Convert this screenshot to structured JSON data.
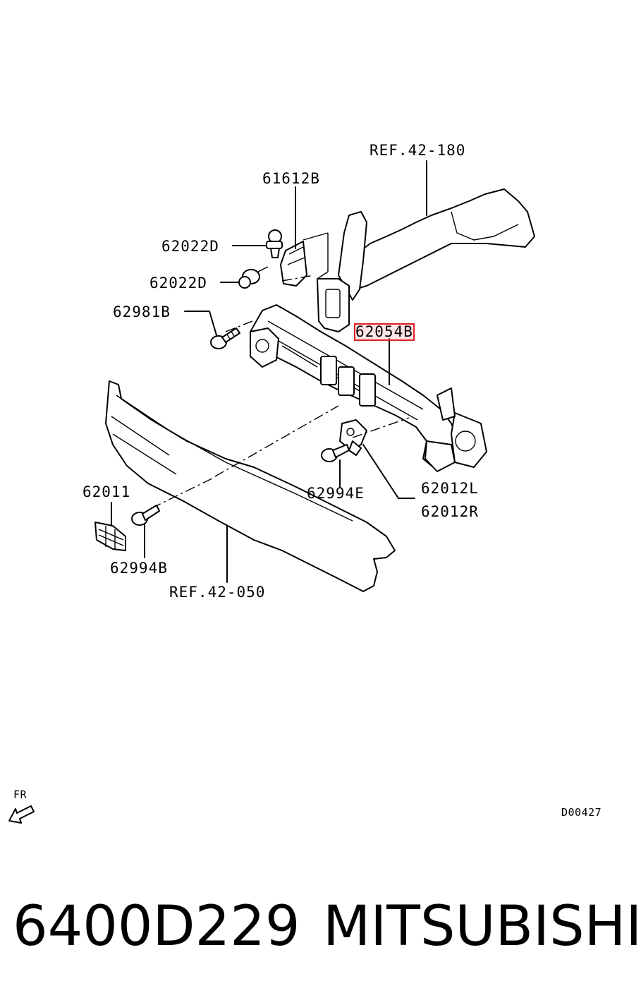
{
  "callouts": {
    "ref_42_180": "REF.42-180",
    "p61612B": "61612B",
    "p62022D_top": "62022D",
    "p62022D_bottom": "62022D",
    "p62981B": "62981B",
    "p62054B": "62054B",
    "p62012L": "62012L",
    "p62012R": "62012R",
    "p62994E": "62994E",
    "p62011": "62011",
    "p62994B": "62994B",
    "ref_42_050": "REF.42-050"
  },
  "direction": {
    "label": "FR",
    "icon": "front-arrow-icon"
  },
  "diagram_code": "D00427",
  "footer": {
    "part_number": "6400D229",
    "brand": "MITSUBISHI"
  },
  "highlight_color": "#e02020"
}
